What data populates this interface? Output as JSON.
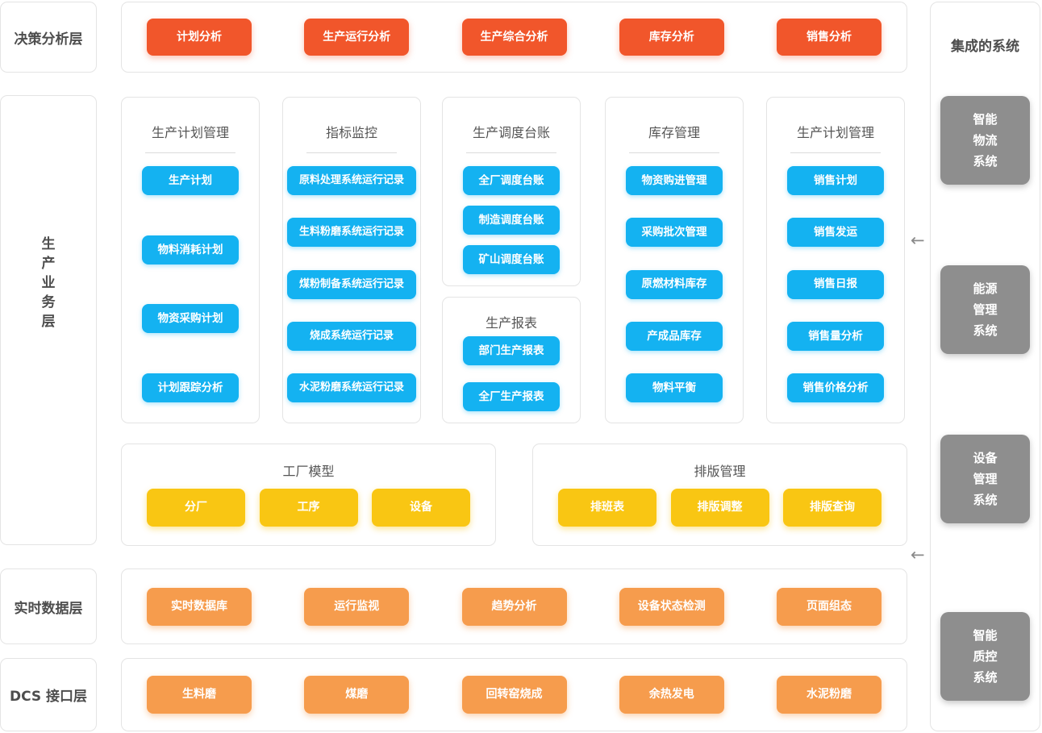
{
  "colors": {
    "red": "#F1562B",
    "blue": "#14B2F1",
    "yellow": "#F9C613",
    "orange": "#F69C4D",
    "gray": "#8E8E8E"
  },
  "left_layers": [
    {
      "label": "决策分析层"
    },
    {
      "label": "生产业务层"
    },
    {
      "label": "实时数据层"
    },
    {
      "label": "DCS 接口层"
    }
  ],
  "decision_row": {
    "buttons": [
      "计划分析",
      "生产运行分析",
      "生产综合分析",
      "库存分析",
      "销售分析"
    ]
  },
  "business_panels": [
    {
      "title": "生产计划管理",
      "items": [
        "生产计划",
        "物料消耗计划",
        "物资采购计划",
        "计划跟踪分析"
      ]
    },
    {
      "title": "指标监控",
      "items": [
        "原料处理系统运行记录",
        "生料粉磨系统运行记录",
        "煤粉制备系统运行记录",
        "烧成系统运行记录",
        "水泥粉磨系统运行记录"
      ]
    },
    {
      "title": "生产调度台账",
      "items": [
        "全厂调度台账",
        "制造调度台账",
        "矿山调度台账"
      ]
    },
    {
      "title": "生产报表",
      "items": [
        "部门生产报表",
        "全厂生产报表"
      ]
    },
    {
      "title": "库存管理",
      "items": [
        "物资购进管理",
        "采购批次管理",
        "原燃材料库存",
        "产成品库存",
        "物料平衡"
      ]
    },
    {
      "title": "生产计划管理",
      "items": [
        "销售计划",
        "销售发运",
        "销售日报",
        "销售量分析",
        "销售价格分析"
      ]
    }
  ],
  "model_row": [
    {
      "title": "工厂模型",
      "items": [
        "分厂",
        "工序",
        "设备"
      ]
    },
    {
      "title": "排版管理",
      "items": [
        "排班表",
        "排版调整",
        "排版查询"
      ]
    }
  ],
  "realtime_row": {
    "buttons": [
      "实时数据库",
      "运行监视",
      "趋势分析",
      "设备状态检测",
      "页面组态"
    ]
  },
  "dcs_row": {
    "buttons": [
      "生料磨",
      "煤磨",
      "回转窑烧成",
      "余热发电",
      "水泥粉磨"
    ]
  },
  "integrated": {
    "title": "集成的系统",
    "systems": [
      {
        "lines": [
          "智能",
          "物流",
          "系统"
        ]
      },
      {
        "lines": [
          "能源",
          "管理",
          "系统"
        ]
      },
      {
        "lines": [
          "设备",
          "管理",
          "系统"
        ]
      },
      {
        "lines": [
          "智能",
          "质控",
          "系统"
        ]
      }
    ]
  },
  "arrows": {
    "glyph": "←"
  }
}
